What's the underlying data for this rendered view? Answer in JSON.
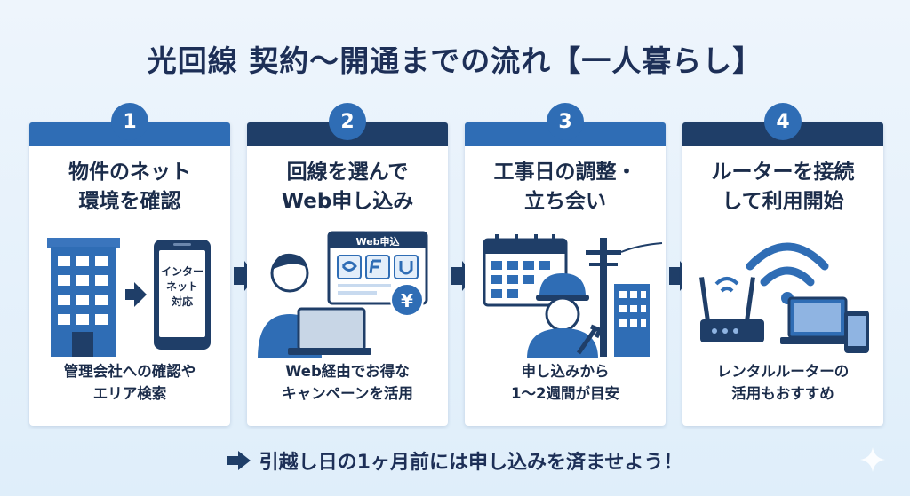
{
  "title": "光回線 契約〜開通までの流れ【一人暮らし】",
  "steps": [
    {
      "number": "1",
      "title_line1": "物件のネット",
      "title_line2": "環境を確認",
      "desc_line1": "管理会社への確認や",
      "desc_line2": "エリア検索",
      "phone_text_line1": "インター",
      "phone_text_line2": "ネット",
      "phone_text_line3": "対応"
    },
    {
      "number": "2",
      "title_line1": "回線を選んで",
      "title_line2": "Web申し込み",
      "desc_line1": "Web経由でお得な",
      "desc_line2": "キャンペーンを活用",
      "browser_label": "Web申込",
      "yen_symbol": "¥"
    },
    {
      "number": "3",
      "title_line1": "工事日の調整・",
      "title_line2": "立ち会い",
      "desc_line1": "申し込みから",
      "desc_line2": "1〜2週間が目安"
    },
    {
      "number": "4",
      "title_line1": "ルーターを接続",
      "title_line2": "して利用開始",
      "desc_line1": "レンタルルーターの",
      "desc_line2": "活用もおすすめ"
    }
  ],
  "footer": "引越し日の1ヶ月前には申し込みを済ませよう！",
  "colors": {
    "primary_blue": "#2f6db5",
    "dark_navy": "#1f3e68",
    "light_blue": "#e3eefa",
    "background": "#eaf3fb"
  },
  "icons": [
    "building-icon",
    "smartphone-icon",
    "person-laptop-icon",
    "browser-window-icon",
    "yen-coin-icon",
    "calendar-icon",
    "worker-icon",
    "utility-pole-icon",
    "router-icon",
    "wifi-icon",
    "laptop-icon",
    "smartphone-icon",
    "right-arrow-icon",
    "sparkle-icon"
  ]
}
